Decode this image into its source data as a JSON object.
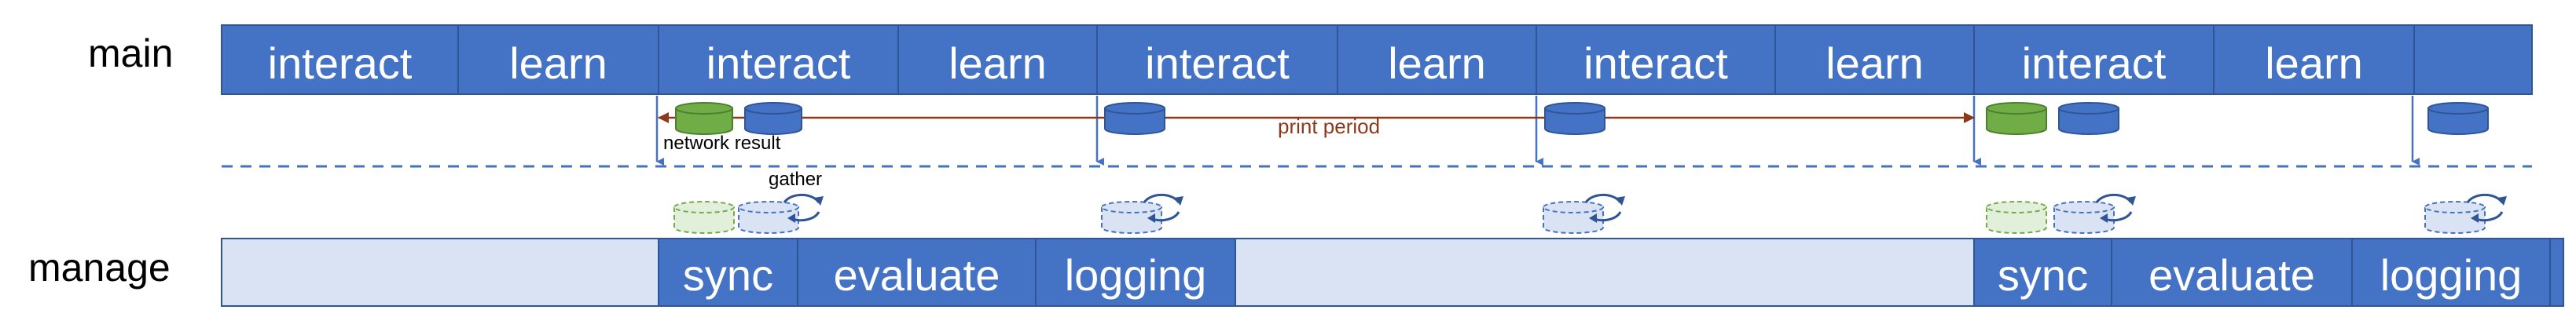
{
  "rows": {
    "main_label": "main",
    "manage_label": "manage"
  },
  "main_blocks": [
    {
      "label": "interact"
    },
    {
      "label": "learn"
    },
    {
      "label": "interact"
    },
    {
      "label": "learn"
    },
    {
      "label": "interact"
    },
    {
      "label": "learn"
    },
    {
      "label": "interact"
    },
    {
      "label": "learn"
    },
    {
      "label": "interact"
    },
    {
      "label": "learn"
    },
    {
      "label": ""
    }
  ],
  "manage_blocks": [
    {
      "label": "",
      "style": "idle"
    },
    {
      "label": "sync",
      "style": "active"
    },
    {
      "label": "evaluate",
      "style": "active"
    },
    {
      "label": "logging",
      "style": "active"
    },
    {
      "label": "",
      "style": "idle"
    },
    {
      "label": "sync",
      "style": "active"
    },
    {
      "label": "evaluate",
      "style": "active"
    },
    {
      "label": "logging",
      "style": "active"
    },
    {
      "label": "",
      "style": "active"
    }
  ],
  "annotations": {
    "network_result": "network result",
    "gather": "gather",
    "print_period": "print period"
  },
  "colors": {
    "block_fill": "#4472c4",
    "block_border": "#2f5597",
    "idle_fill": "#dae3f3",
    "network_green": "#70ad47",
    "result_blue": "#4472c4",
    "print_period_arrow": "#8a3a1a",
    "dashed_line": "#4472c4"
  },
  "icons": [
    "database-cylinder-icon",
    "refresh-cycle-icon",
    "down-arrow-icon"
  ]
}
